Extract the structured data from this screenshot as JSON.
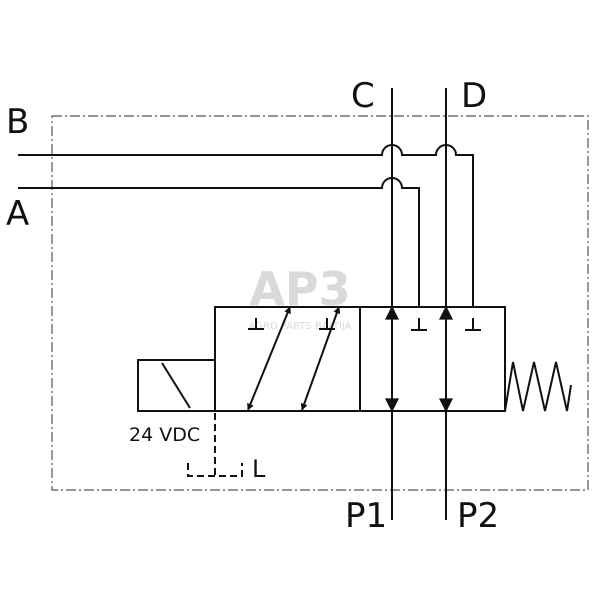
{
  "ports": {
    "a": "A",
    "b": "B",
    "c": "C",
    "d": "D",
    "p1": "P1",
    "p2": "P2",
    "l": "L"
  },
  "solenoid": {
    "voltage": "24 VDC"
  },
  "watermark": {
    "logo": "AP3",
    "text": "AGRO PARTS BALTIJA"
  }
}
